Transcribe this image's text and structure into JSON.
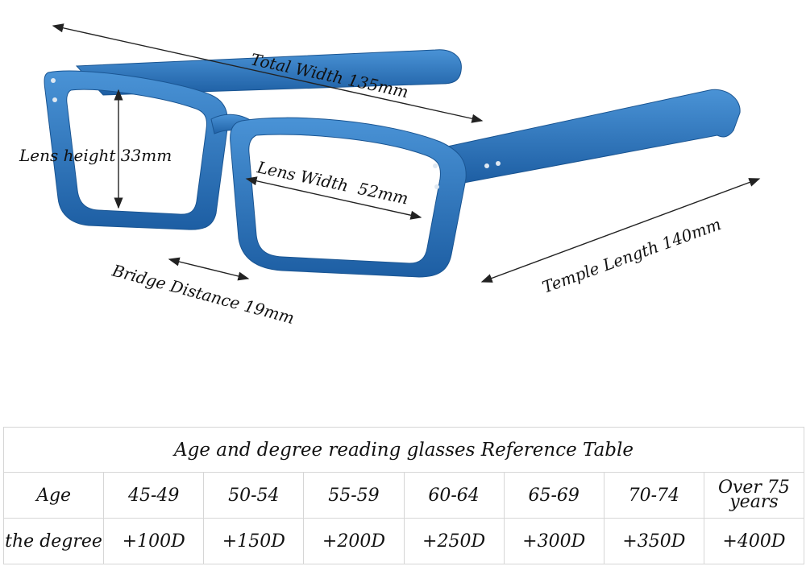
{
  "dimensions": {
    "total_width": "Total Width 135mm",
    "lens_height": "Lens height 33mm",
    "lens_width": "Lens Width  52mm",
    "temple_length": "Temple Length 140mm",
    "bridge_distance": "Bridge Distance 19mm"
  },
  "frame": {
    "color": "#2e79c2",
    "dark_color": "#1d5ea3",
    "light_color": "#4a93d6"
  },
  "reference_table": {
    "title": "Age and degree reading glasses Reference Table",
    "age_label": "Age",
    "degree_label": "the degree",
    "ages": [
      "45-49",
      "50-54",
      "55-59",
      "60-64",
      "65-69",
      "70-74",
      "Over 75 years"
    ],
    "degrees": [
      "+100D",
      "+150D",
      "+200D",
      "+250D",
      "+300D",
      "+350D",
      "+400D"
    ]
  }
}
